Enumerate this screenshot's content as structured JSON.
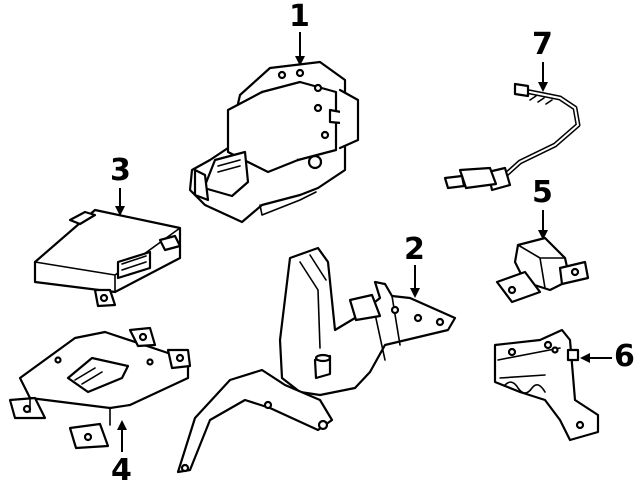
{
  "diagram": {
    "callouts": [
      {
        "id": "1",
        "label": "1",
        "part": "abs-modulator-assembly"
      },
      {
        "id": "2",
        "label": "2",
        "part": "mounting-bracket"
      },
      {
        "id": "3",
        "label": "3",
        "part": "control-module"
      },
      {
        "id": "4",
        "label": "4",
        "part": "module-bracket"
      },
      {
        "id": "5",
        "label": "5",
        "part": "sensor"
      },
      {
        "id": "6",
        "label": "6",
        "part": "sensor-bracket"
      },
      {
        "id": "7",
        "label": "7",
        "part": "wheel-speed-sensor"
      }
    ],
    "colors": {
      "line": "#000000",
      "background": "#ffffff"
    }
  }
}
